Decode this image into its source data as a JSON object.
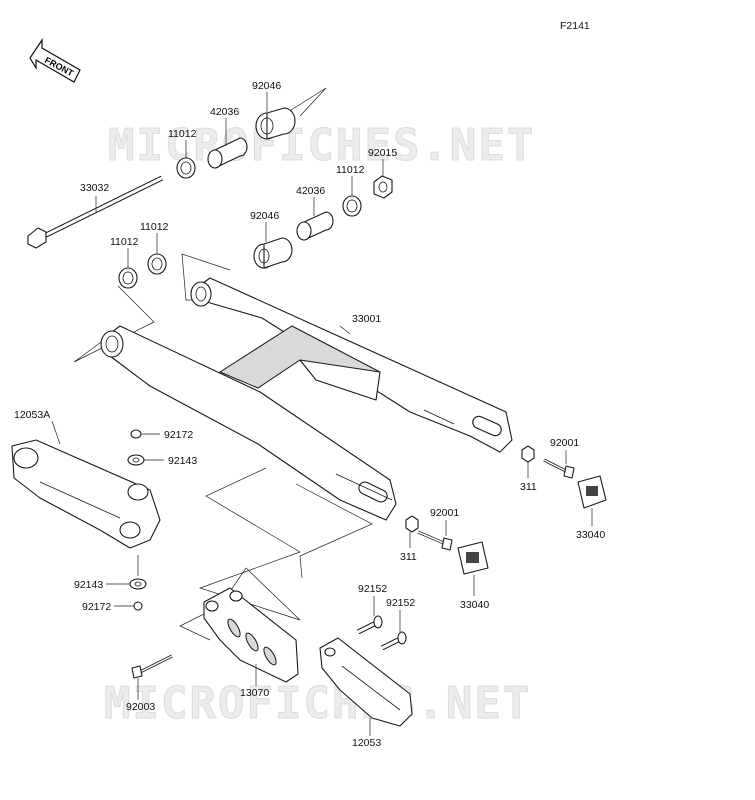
{
  "diagram": {
    "figure_code": "F2141",
    "front_label": "FRONT",
    "watermark": "MICROFICHES.NET",
    "callouts": [
      {
        "id": "c-92046-top",
        "text": "92046"
      },
      {
        "id": "c-42036-top",
        "text": "42036"
      },
      {
        "id": "c-11012-a",
        "text": "11012"
      },
      {
        "id": "c-92015",
        "text": "92015"
      },
      {
        "id": "c-11012-b",
        "text": "11012"
      },
      {
        "id": "c-42036-mid",
        "text": "42036"
      },
      {
        "id": "c-33032",
        "text": "33032"
      },
      {
        "id": "c-92046-mid",
        "text": "92046"
      },
      {
        "id": "c-11012-c",
        "text": "11012"
      },
      {
        "id": "c-11012-d",
        "text": "11012"
      },
      {
        "id": "c-33001",
        "text": "33001"
      },
      {
        "id": "c-12053A",
        "text": "12053A"
      },
      {
        "id": "c-92172-top",
        "text": "92172"
      },
      {
        "id": "c-92143-top",
        "text": "92143"
      },
      {
        "id": "c-92001-right",
        "text": "92001"
      },
      {
        "id": "c-311-right",
        "text": "311"
      },
      {
        "id": "c-33040-right",
        "text": "33040"
      },
      {
        "id": "c-92001-mid",
        "text": "92001"
      },
      {
        "id": "c-311-mid",
        "text": "311"
      },
      {
        "id": "c-33040-mid",
        "text": "33040"
      },
      {
        "id": "c-92143-bot",
        "text": "92143"
      },
      {
        "id": "c-92172-bot",
        "text": "92172"
      },
      {
        "id": "c-92152-a",
        "text": "92152"
      },
      {
        "id": "c-92152-b",
        "text": "92152"
      },
      {
        "id": "c-92003",
        "text": "92003"
      },
      {
        "id": "c-13070",
        "text": "13070"
      },
      {
        "id": "c-12053",
        "text": "12053"
      }
    ]
  }
}
